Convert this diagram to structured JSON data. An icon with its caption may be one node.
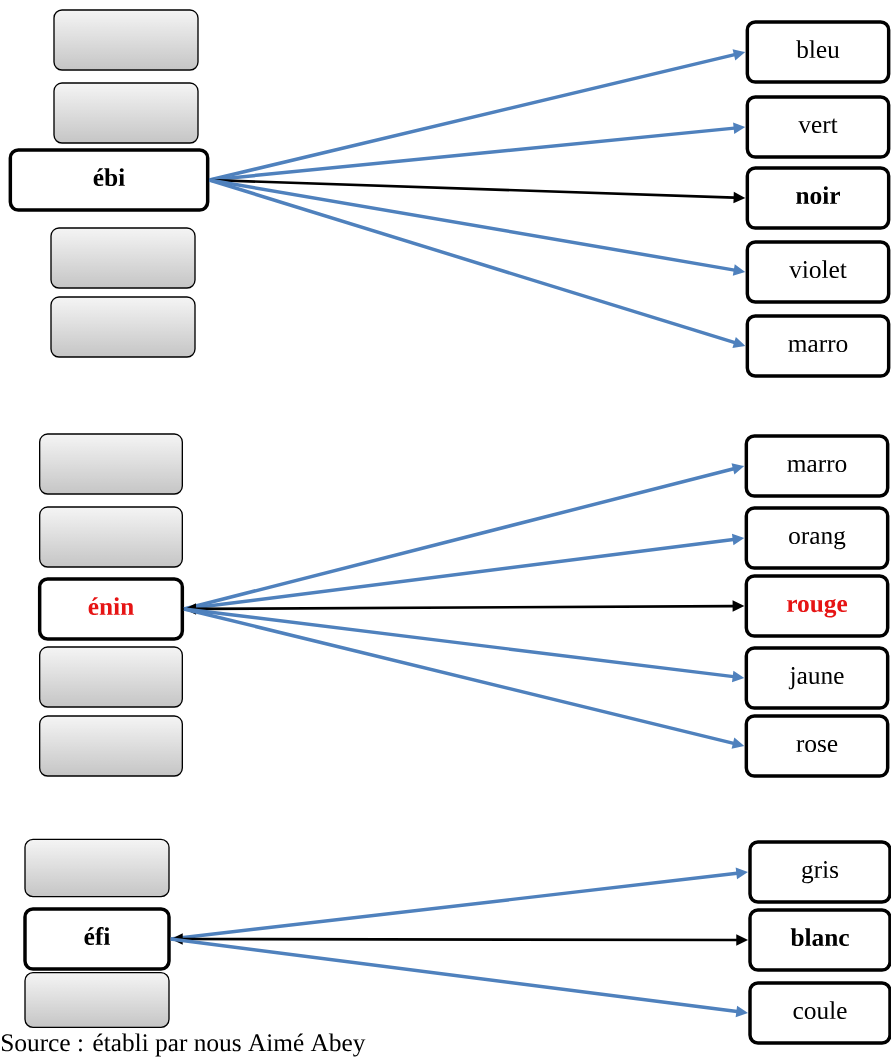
{
  "diagram": {
    "caption": "Source : établi  par nous Aimé Abey",
    "nodes": [
      {
        "text": [],
        "shape": "box"
      },
      {
        "text": [],
        "shape": "box"
      },
      {
        "text": [
          "ébi"
        ]
      },
      {
        "text": [],
        "shape": "box"
      },
      {
        "text": [],
        "shape": "box"
      },
      {
        "text": [
          "bleu"
        ]
      },
      {
        "text": [
          "vert"
        ]
      },
      {
        "text": [
          "noir"
        ]
      },
      {
        "text": [
          "violet"
        ]
      },
      {
        "text": [
          "marro"
        ]
      },
      {
        "text": [],
        "shape": "box"
      },
      {
        "text": [],
        "shape": "box"
      },
      {
        "text": [
          "énin"
        ]
      },
      {
        "text": [],
        "shape": "box"
      },
      {
        "text": [],
        "shape": "box"
      },
      {
        "text": [
          "marro"
        ]
      },
      {
        "text": [
          "orang"
        ]
      },
      {
        "text": [
          "rouge"
        ]
      },
      {
        "text": [
          "jaune"
        ]
      },
      {
        "text": [
          "rose"
        ]
      },
      {
        "text": [],
        "shape": "box"
      },
      {
        "text": [
          "éfi"
        ]
      },
      {
        "text": [],
        "shape": "box"
      },
      {
        "text": [
          "gris"
        ]
      },
      {
        "text": [
          "blanc"
        ]
      },
      {
        "text": [
          "coule"
        ]
      }
    ],
    "edges": [
      {
        "from": 2,
        "to": 5,
        "arrow": "to"
      },
      {
        "from": 2,
        "to": 6,
        "arrow": "to"
      },
      {
        "from": 2,
        "to": 7,
        "arrow": "to",
        "color": "#000000"
      },
      {
        "from": 2,
        "to": 8,
        "arrow": "to"
      },
      {
        "from": 2,
        "to": 9,
        "arrow": "to"
      },
      {
        "from": 12,
        "to": 15,
        "arrow": "to"
      },
      {
        "from": 12,
        "to": 16,
        "arrow": "to"
      },
      {
        "from": 12,
        "to": 17,
        "arrow": "both",
        "color": "#000000"
      },
      {
        "from": 12,
        "to": 18,
        "arrow": "to"
      },
      {
        "from": 12,
        "to": 19,
        "arrow": "to"
      },
      {
        "from": 21,
        "to": 23,
        "arrow": "to"
      },
      {
        "from": 21,
        "to": 24,
        "arrow": "both",
        "color": "#000000"
      },
      {
        "from": 21,
        "to": 25,
        "arrow": "to"
      }
    ]
  }
}
